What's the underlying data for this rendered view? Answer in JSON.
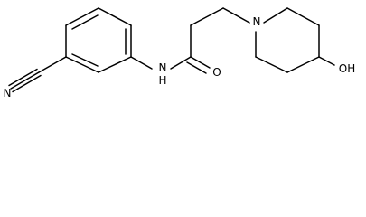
{
  "molecule": {
    "labels": {
      "nitrile_n": "N",
      "amide_nh": "N",
      "amide_h": "H",
      "carbonyl_o": "O",
      "ring_n": "N",
      "hydroxyl": "OH"
    }
  },
  "colors": {
    "bond": "#000000",
    "background": "#ffffff"
  }
}
